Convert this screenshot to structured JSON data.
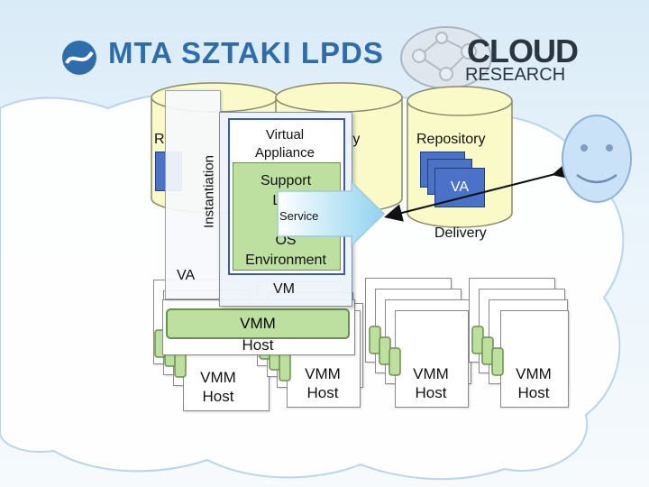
{
  "header": {
    "org_name": "MTA SZTAKI LPDS",
    "cloud_logo_top": "CLOUD",
    "cloud_logo_bottom": "RESEARCH"
  },
  "diagram": {
    "repo_left_partial": "R",
    "repo_mid_partial": "ry",
    "repository": "Repository",
    "va": "VA",
    "instantiation": "Instantiation",
    "va_left": "VA",
    "virtual_appliance": "Virtual\nAppliance",
    "support_libs_os": "Support\nLibs\n+\nOS\nEnvironment",
    "service": "Service",
    "delivery": "Delivery",
    "vm": "VM",
    "vmm_center": "VMM",
    "host_center": "Host",
    "vmm_host_1": "VMM\nHost",
    "vmm_host_2": "VMM\nHost",
    "vmm_host_3": "VMM\nHost",
    "vmm_host_4": "VMM\nHost"
  },
  "colors": {
    "vmm_green": "#bde0a0",
    "va_blue": "#4a73c8",
    "repo_yellow": "#fafac8",
    "user_face": "#c9e2f7"
  }
}
